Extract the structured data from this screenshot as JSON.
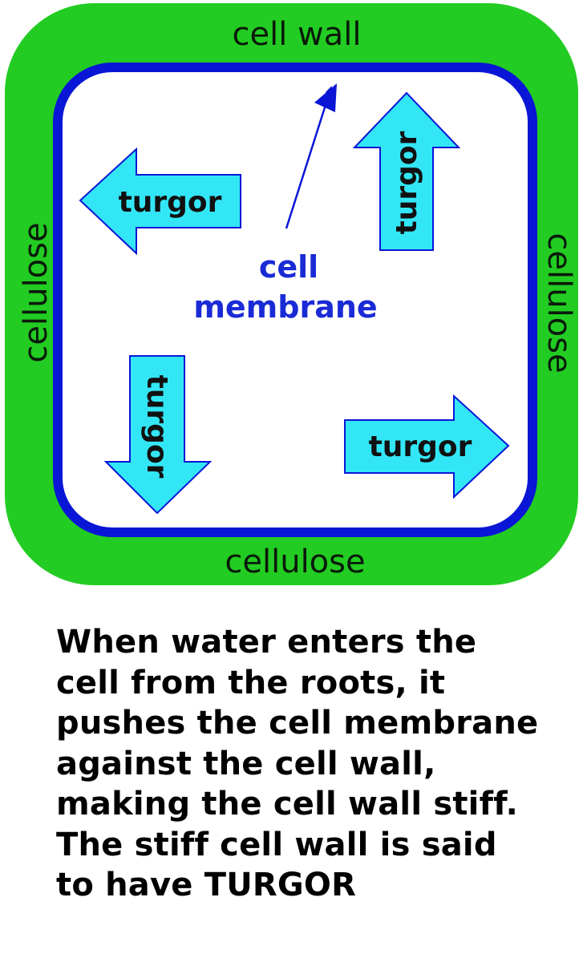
{
  "diagram": {
    "wall_label": "cell wall",
    "left_label": "cellulose",
    "right_label": "cellulose",
    "bottom_label": "cellulose",
    "membrane_label_line1": "cell",
    "membrane_label_line2": "membrane",
    "arrows": [
      {
        "direction": "left",
        "label": "turgor"
      },
      {
        "direction": "up",
        "label": "turgor"
      },
      {
        "direction": "down",
        "label": "turgor"
      },
      {
        "direction": "right",
        "label": "turgor"
      }
    ],
    "colors": {
      "cell_wall": "#22cc22",
      "cell_membrane": "#0a16d6",
      "turgor_arrow_fill": "#33e6f5",
      "turgor_arrow_stroke": "#0a16d6"
    }
  },
  "caption": {
    "lines": [
      "When water enters the",
      "cell from the roots, it",
      "pushes the cell membrane",
      "against the cell wall,",
      "making the cell wall stiff.",
      "The stiff cell wall is said",
      "to have TURGOR"
    ]
  }
}
